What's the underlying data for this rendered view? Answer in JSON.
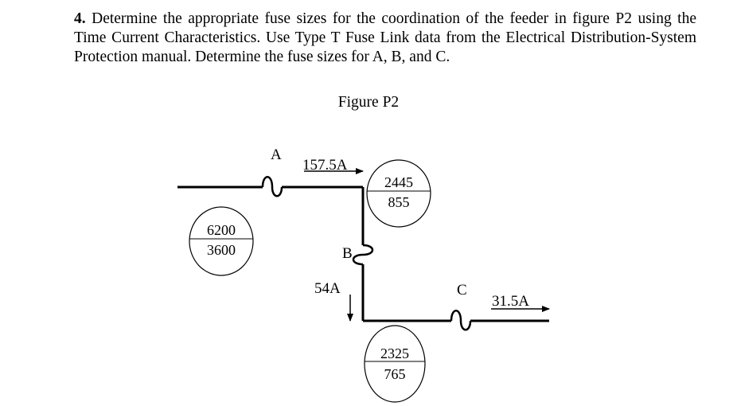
{
  "problem": {
    "number": "4.",
    "text": "Determine the appropriate fuse sizes for the coordination of the feeder in figure P2 using the Time Current Characteristics. Use Type T Fuse Link data from the Electrical Distribution-System Protection manual. Determine the fuse sizes for A, B, and C."
  },
  "figure": {
    "title": "Figure P2",
    "fuses": {
      "a": "A",
      "b": "B",
      "c": "C"
    },
    "currents": {
      "main": "157.5A",
      "branch_b": "54A",
      "branch_c": "31.5A"
    },
    "fault_circles": {
      "source": {
        "top": "6200",
        "bottom": "3600"
      },
      "after_a": {
        "top": "2445",
        "bottom": "855"
      },
      "after_b": {
        "top": "2325",
        "bottom": "765"
      }
    }
  }
}
